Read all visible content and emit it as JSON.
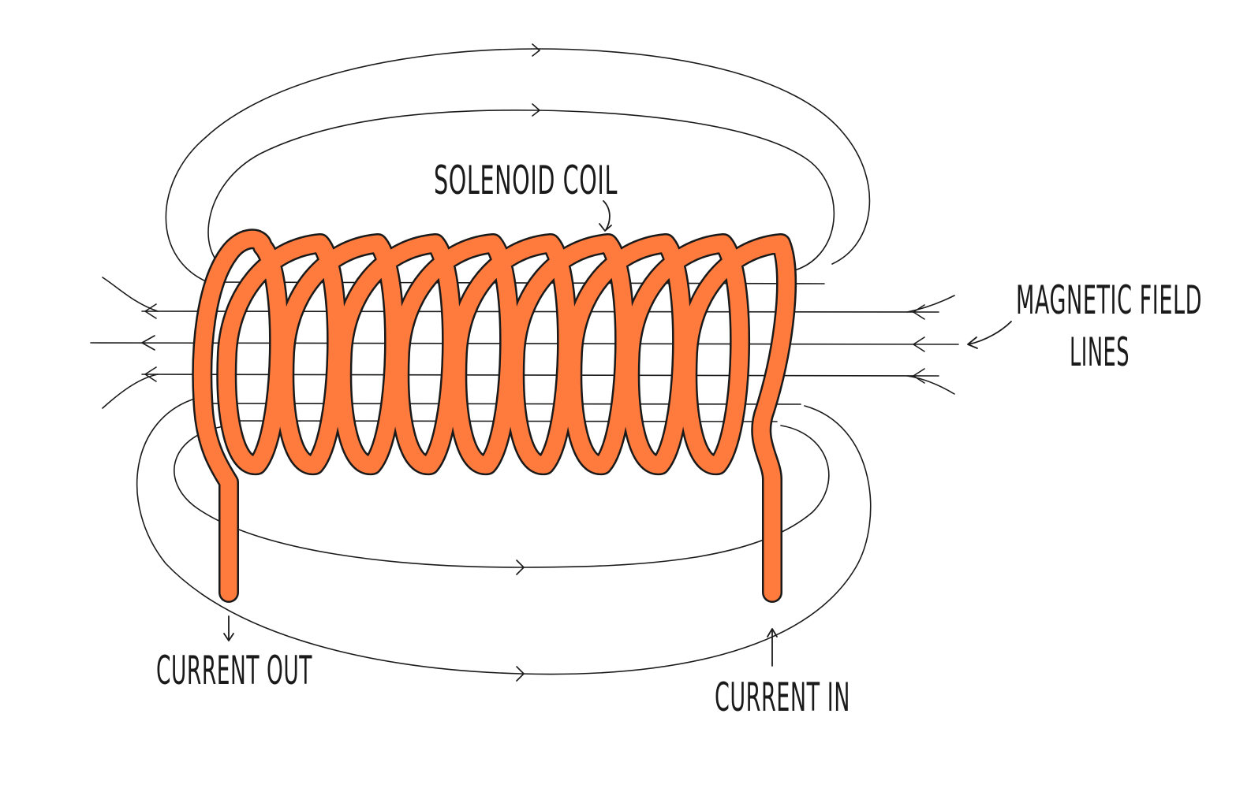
{
  "colors": {
    "coil": "#FF7A3D",
    "outline": "#1a1a1a",
    "background": "#ffffff"
  },
  "labels": {
    "solenoid_coil": "SOLENOID COIL",
    "magnetic_field_line1": "MAGNETIC FIELD",
    "magnetic_field_line2": "LINES",
    "current_out": "CURRENT OUT",
    "current_in": "CURRENT IN"
  }
}
